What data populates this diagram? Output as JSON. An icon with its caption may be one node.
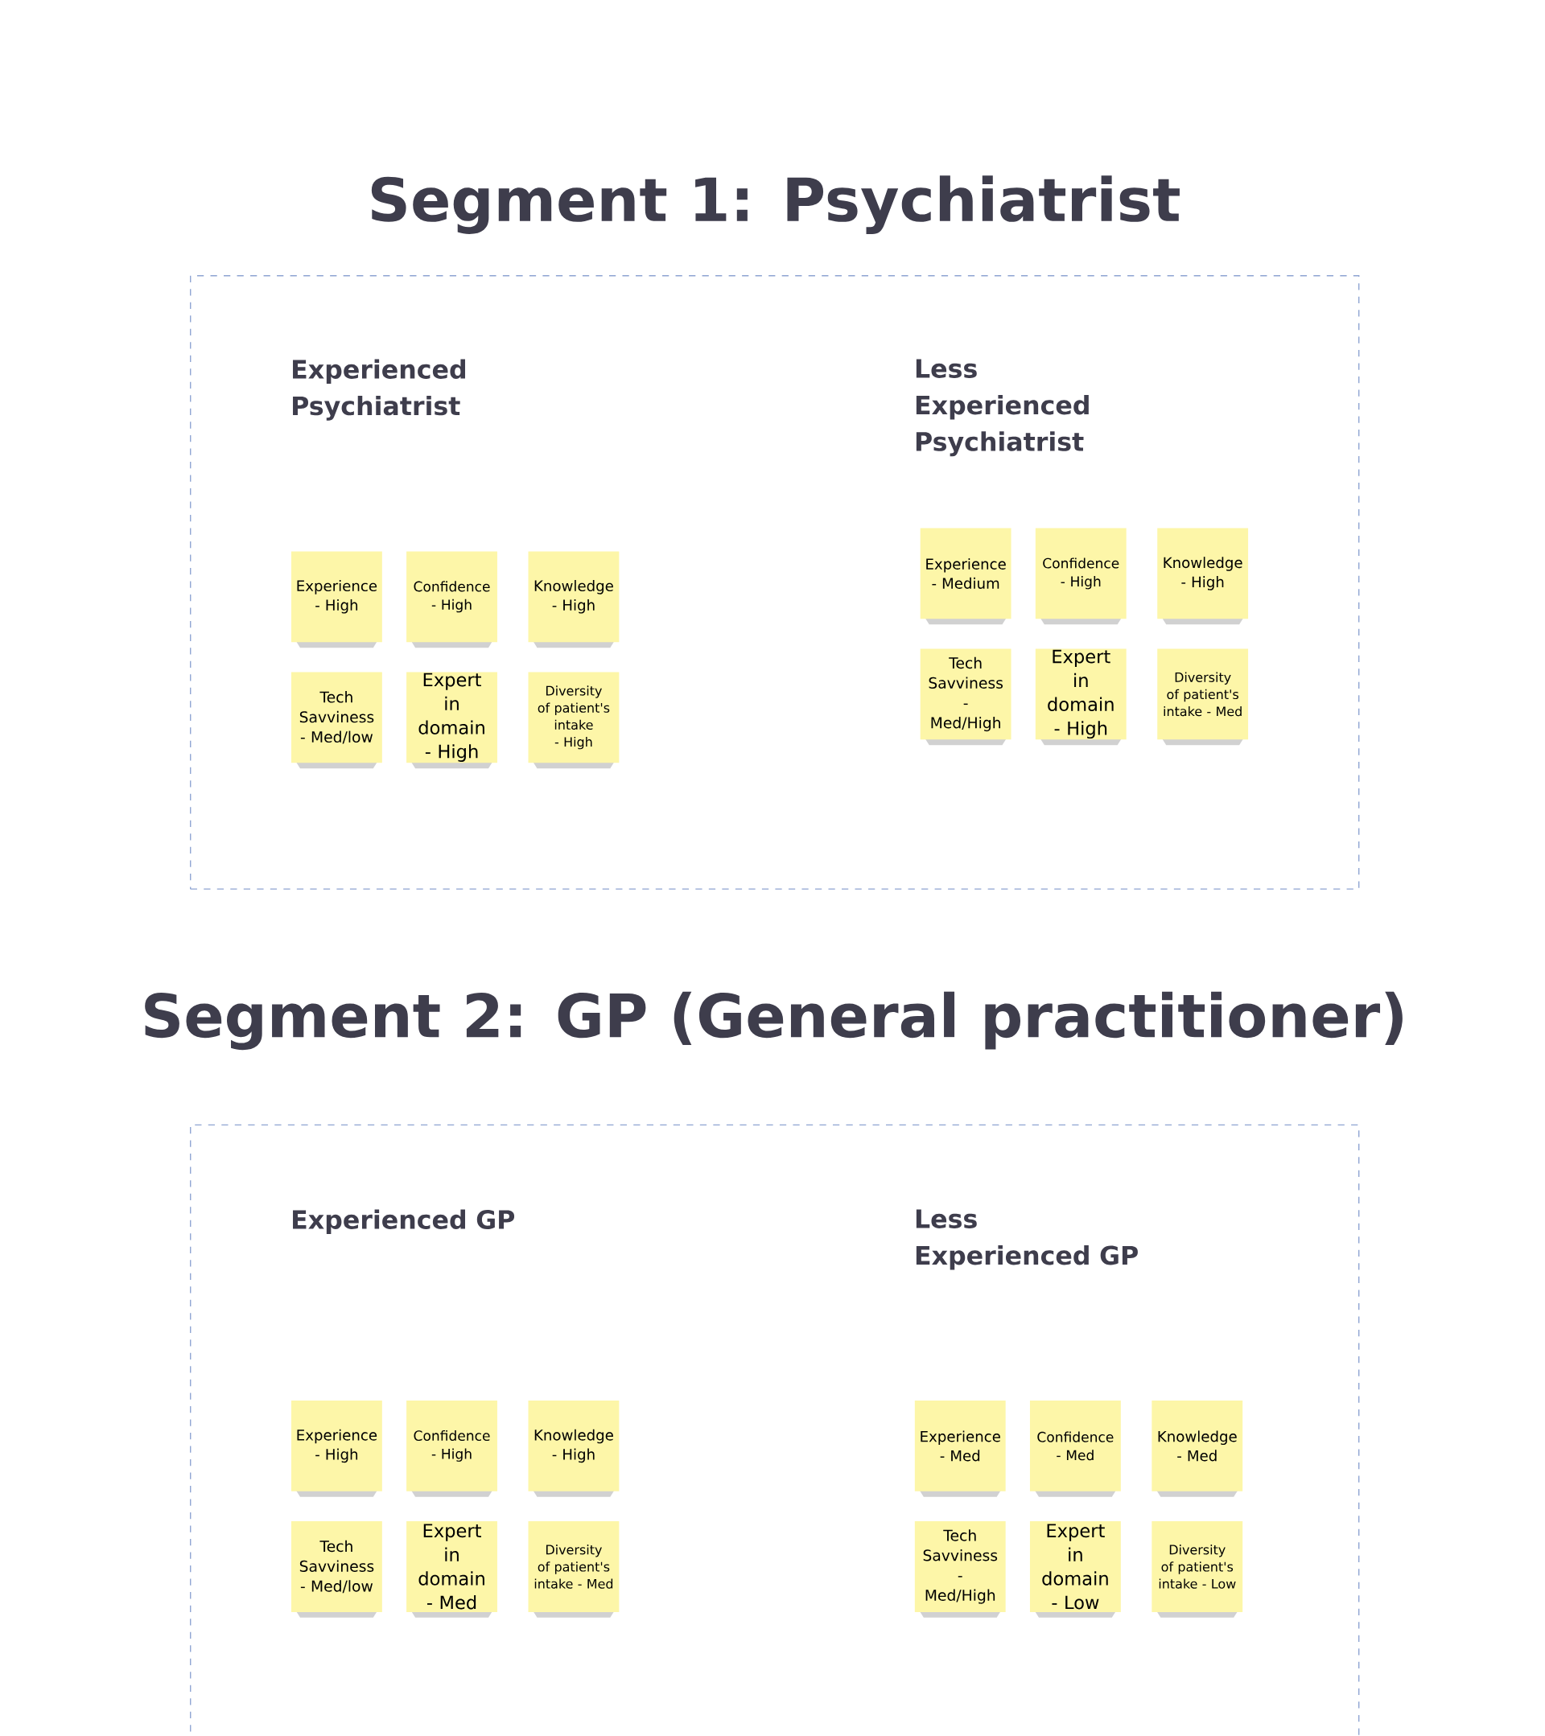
{
  "diagram": {
    "nodes": [
      {
        "text": [
          "Segment 1: Psychiatrist"
        ]
      },
      {
        "text": [
          "Experience - High"
        ],
        "in": 0
      },
      {
        "text": [
          "Confidence - High"
        ],
        "in": 0
      },
      {
        "text": [
          "Knowledge - High"
        ],
        "in": 0
      },
      {
        "text": [
          "Tech Savviness - Med/low"
        ],
        "in": 0
      },
      {
        "text": [
          "Expert in domain - High"
        ],
        "in": 0
      },
      {
        "text": [
          "Diversity of patient's intake - High"
        ],
        "in": 0
      },
      {
        "text": [
          "Experience - Medium"
        ],
        "in": 0
      },
      {
        "text": [
          "Confidence - High"
        ],
        "in": 0
      },
      {
        "text": [
          "Knowledge - High"
        ],
        "in": 0
      },
      {
        "text": [
          "Tech Savviness - Med/High"
        ],
        "in": 0
      },
      {
        "text": [
          "Expert in domain - High"
        ],
        "in": 0
      },
      {
        "text": [
          "Diversity of patient's intake - Med"
        ],
        "in": 0
      },
      {
        "text": [
          "Segment 2: GP (General practitioner)"
        ]
      },
      {
        "text": [
          "Experience - High"
        ],
        "in": 13
      },
      {
        "text": [
          "Confidence - High"
        ],
        "in": 13
      },
      {
        "text": [
          "Knowledge - High"
        ],
        "in": 13
      },
      {
        "text": [
          "Tech Savviness - Med/low"
        ],
        "in": 13
      },
      {
        "text": [
          "Expert in domain - Med"
        ],
        "in": 13
      },
      {
        "text": [
          "Diversity of patient's intake - Med"
        ],
        "in": 13
      },
      {
        "text": [
          "Experience - Med"
        ],
        "in": 13
      },
      {
        "text": [
          "Confidence - Med"
        ],
        "in": 13
      },
      {
        "text": [
          "Knowledge - Med"
        ],
        "in": 13
      },
      {
        "text": [
          "Tech Savviness - Med/High"
        ],
        "in": 13
      },
      {
        "text": [
          "Expert in domain - Low"
        ],
        "in": 13
      },
      {
        "text": [
          "Diversity of patient's intake - Low"
        ],
        "in": 13
      }
    ],
    "edges": [],
    "labels": [
      "Experienced Psychiatrist",
      "Less Experienced Psychiatrist",
      "Experienced GP",
      "Less Experienced GP"
    ]
  }
}
